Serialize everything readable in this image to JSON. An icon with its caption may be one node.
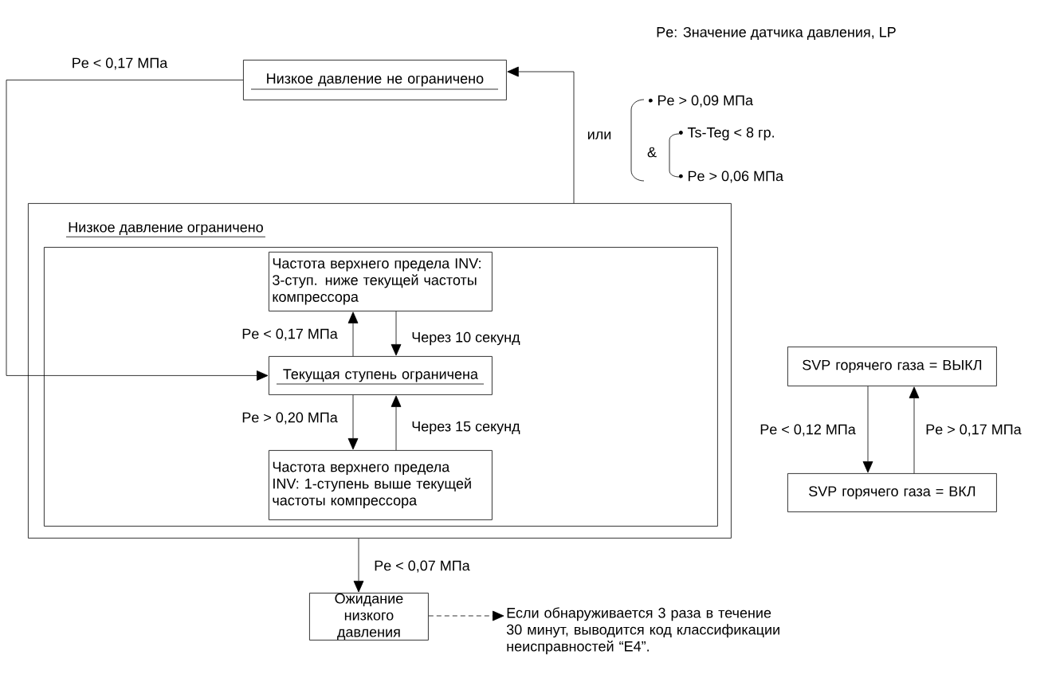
{
  "diagram": {
    "nodes": [
      {
        "text": [
          "Низкое давление не ограничено"
        ]
      },
      {
        "text": [
          "Низкое давление ограничено"
        ]
      },
      {
        "text": [],
        "shape": "box",
        "in": 1
      },
      {
        "text": [
          "Частота верхнего предела INV: 3-ступ. ниже текущей частоты компрессора"
        ],
        "in": 2
      },
      {
        "text": [
          "Текущая ступень ограничена"
        ],
        "in": 2
      },
      {
        "text": [
          "Частота верхнего предела INV: 1-ступень выше текущей частоты компрессора"
        ],
        "in": 2
      },
      {
        "text": [
          "Ожидание низкого давления"
        ]
      },
      {
        "text": [
          "Если обнаруживается 3 раза в течение 30 минут, выводится код классификации неисправностей “E4”."
        ]
      },
      {
        "text": [
          "SVP горячего газа = ВЫКЛ"
        ]
      },
      {
        "text": [
          "SVP горячего газа = ВКЛ"
        ]
      }
    ],
    "edges": [
      {
        "from": 0,
        "to": 4,
        "arrow": "to",
        "label": "Pe < 0,17 МПа"
      },
      {
        "from": 1,
        "to": 0,
        "arrow": "to"
      },
      {
        "from": 4,
        "to": 3,
        "arrow": "to",
        "label": "Pe < 0,17 МПа"
      },
      {
        "from": 3,
        "to": 4,
        "arrow": "to",
        "label": "Через 10 секунд"
      },
      {
        "from": 4,
        "to": 5,
        "arrow": "to",
        "label": "Pe > 0,20 МПа"
      },
      {
        "from": 5,
        "to": 4,
        "arrow": "to",
        "label": "Через 15 секунд"
      },
      {
        "from": 1,
        "to": 6,
        "arrow": "to",
        "label": "Pe < 0,07 МПа"
      },
      {
        "from": 6,
        "to": 7,
        "arrow": "to",
        "style": "dashed"
      },
      {
        "from": 8,
        "to": 9,
        "arrow": "to",
        "label": "Pe < 0,12 МПа"
      },
      {
        "from": 9,
        "to": 8,
        "arrow": "to",
        "label": "Pe > 0,17 МПа"
      }
    ],
    "labels": [
      "Pe: Значение датчика давления, LP",
      "• Pe > 0,09 МПа",
      "или",
      "• Ts-Teg < 8 гр.",
      "&",
      "• Pe > 0,06 МПа"
    ]
  }
}
